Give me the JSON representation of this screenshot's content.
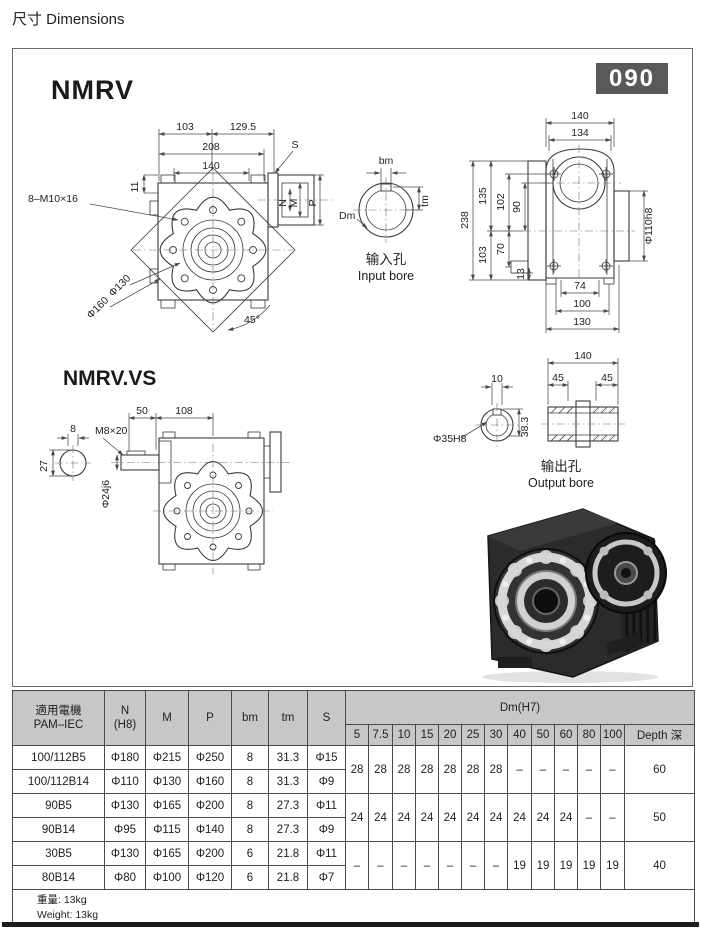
{
  "page": {
    "title": "尺寸 Dimensions",
    "model": "NMRV",
    "model_vs": "NMRV.VS",
    "size_badge": "090"
  },
  "colors": {
    "badge_bg": "#58595b",
    "table_header_bg": "#c6c7c9",
    "line_color": "#3b3b3b"
  },
  "front_view": {
    "d103": "103",
    "d129_5": "129.5",
    "d208": "208",
    "d140": "140",
    "d11": "11",
    "bolt_label": "8–M10×16",
    "phi130": "Φ130",
    "phi160": "Φ160",
    "angle": "45°",
    "s": "S",
    "n": "N",
    "m": "M",
    "p": "P"
  },
  "input_bore": {
    "bm": "bm",
    "tm": "tm",
    "dm": "Dm",
    "caption_zh": "输入孔",
    "caption_en": "Input bore"
  },
  "side_view": {
    "d140": "140",
    "d134": "134",
    "d238": "238",
    "d135": "135",
    "d103": "103",
    "d102": "102",
    "d90": "90",
    "d70": "70",
    "d13": "13",
    "phi110": "Φ110h8",
    "d74": "74",
    "d100": "100",
    "d130": "130"
  },
  "vs_view": {
    "d50": "50",
    "d108": "108",
    "d8": "8",
    "bolt_label": "M8×20",
    "d27": "27",
    "shaft": "Φ24j6"
  },
  "output_bore": {
    "d10": "10",
    "d140": "140",
    "d45l": "45",
    "d45r": "45",
    "bore": "Φ35H8",
    "d38_3": "38.3",
    "caption_zh": "输出孔",
    "caption_en": "Output bore"
  },
  "table": {
    "h_pam_zh": "適用電機",
    "h_pam_en": "PAM–IEC",
    "h_n1": "N",
    "h_n2": "(H8)",
    "h_m": "M",
    "h_p": "P",
    "h_bm": "bm",
    "h_tm": "tm",
    "h_s": "S",
    "h_dm": "Dm(H7)",
    "h_depth": "Depth 深",
    "dm_cols": [
      "5",
      "7.5",
      "10",
      "15",
      "20",
      "25",
      "30",
      "40",
      "50",
      "60",
      "80",
      "100"
    ],
    "rows": [
      {
        "pam": "100/112B5",
        "n": "Φ180",
        "m": "Φ215",
        "p": "Φ250",
        "bm": "8",
        "tm": "31.3",
        "s": "Φ15"
      },
      {
        "pam": "100/112B14",
        "n": "Φ110",
        "m": "Φ130",
        "p": "Φ160",
        "bm": "8",
        "tm": "31.3",
        "s": "Φ9"
      },
      {
        "pam": "90B5",
        "n": "Φ130",
        "m": "Φ165",
        "p": "Φ200",
        "bm": "8",
        "tm": "27.3",
        "s": "Φ11"
      },
      {
        "pam": "90B14",
        "n": "Φ95",
        "m": "Φ115",
        "p": "Φ140",
        "bm": "8",
        "tm": "27.3",
        "s": "Φ9"
      },
      {
        "pam": "30B5",
        "n": "Φ130",
        "m": "Φ165",
        "p": "Φ200",
        "bm": "6",
        "tm": "21.8",
        "s": "Φ11"
      },
      {
        "pam": "80B14",
        "n": "Φ80",
        "m": "Φ100",
        "p": "Φ120",
        "bm": "6",
        "tm": "21.8",
        "s": "Φ7"
      }
    ],
    "dm_groups": [
      {
        "values": [
          "28",
          "28",
          "28",
          "28",
          "28",
          "28",
          "28",
          "–",
          "–",
          "–",
          "–",
          "–"
        ],
        "depth": "60"
      },
      {
        "values": [
          "24",
          "24",
          "24",
          "24",
          "24",
          "24",
          "24",
          "24",
          "24",
          "24",
          "–",
          "–"
        ],
        "depth": "50"
      },
      {
        "values": [
          "–",
          "–",
          "–",
          "–",
          "–",
          "–",
          "–",
          "19",
          "19",
          "19",
          "19",
          "19"
        ],
        "depth": "40"
      }
    ],
    "weight_zh": "重量: 13kg",
    "weight_en": "Weight: 13kg"
  }
}
